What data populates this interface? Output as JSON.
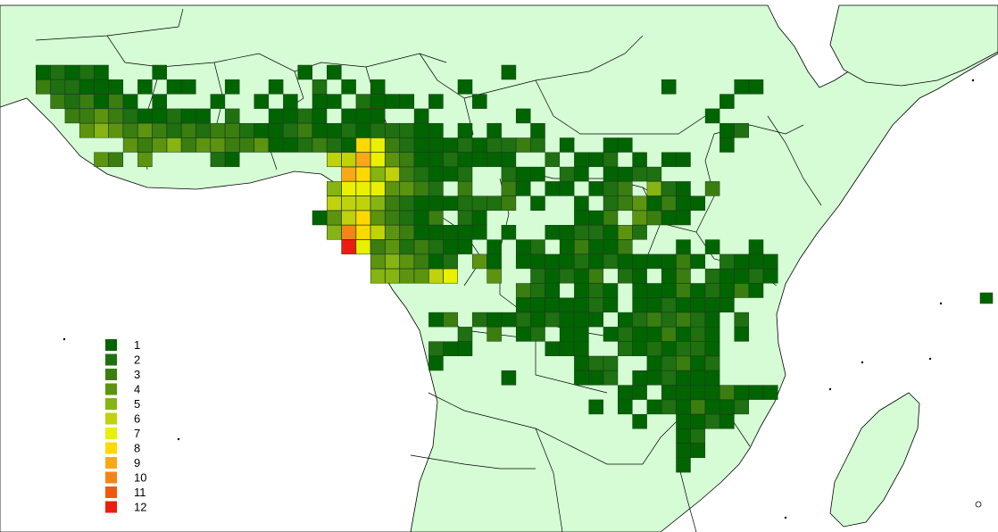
{
  "colors": {
    "ocean": "#ffffff",
    "land": "#d5fcd5",
    "border": "#000000",
    "cell_outline": "#1a3a1a",
    "scale": [
      "#006400",
      "#1e7010",
      "#3a7e10",
      "#5c9410",
      "#86b412",
      "#c0d20c",
      "#eaf000",
      "#ffd800",
      "#f8a818",
      "#f58418",
      "#ef5a10",
      "#ec1c10"
    ]
  },
  "legend": {
    "labels": [
      "1",
      "2",
      "3",
      "4",
      "5",
      "6",
      "7",
      "8",
      "9",
      "10",
      "11",
      "12"
    ]
  },
  "chart_data": {
    "type": "heatmap",
    "value_range": [
      1,
      12
    ],
    "legend_labels": [
      "1",
      "2",
      "3",
      "4",
      "5",
      "6",
      "7",
      "8",
      "9",
      "10",
      "11",
      "12"
    ]
  }
}
